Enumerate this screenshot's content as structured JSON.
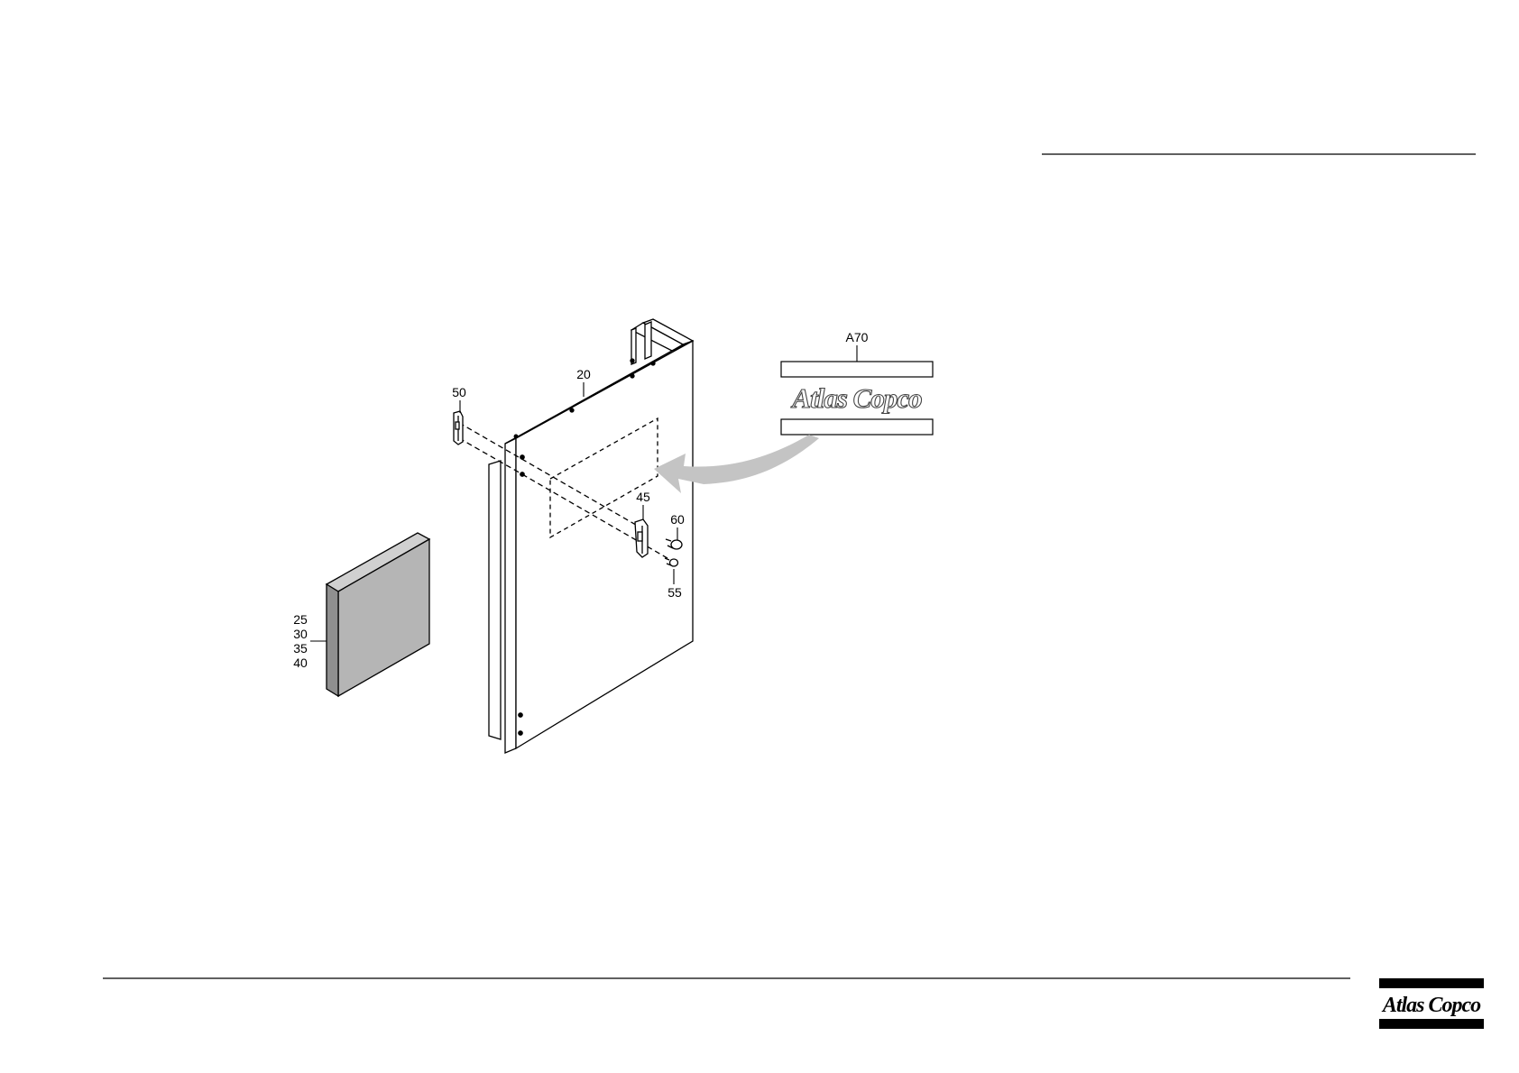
{
  "drawing": {
    "callouts": {
      "c20": "20",
      "c50": "50",
      "c45": "45",
      "c60": "60",
      "c55": "55",
      "c25": "25",
      "c30": "30",
      "c35": "35",
      "c40": "40",
      "a70": "A70"
    },
    "decal_text": "Atlas Copco"
  },
  "footer": {
    "brand_logo": "Atlas Copco"
  },
  "colors": {
    "line": "#000000",
    "filter_face": "#b5b5b5",
    "filter_top": "#d0d0d0",
    "filter_side": "#8f8f8f",
    "arrow": "#c4c4c4"
  }
}
